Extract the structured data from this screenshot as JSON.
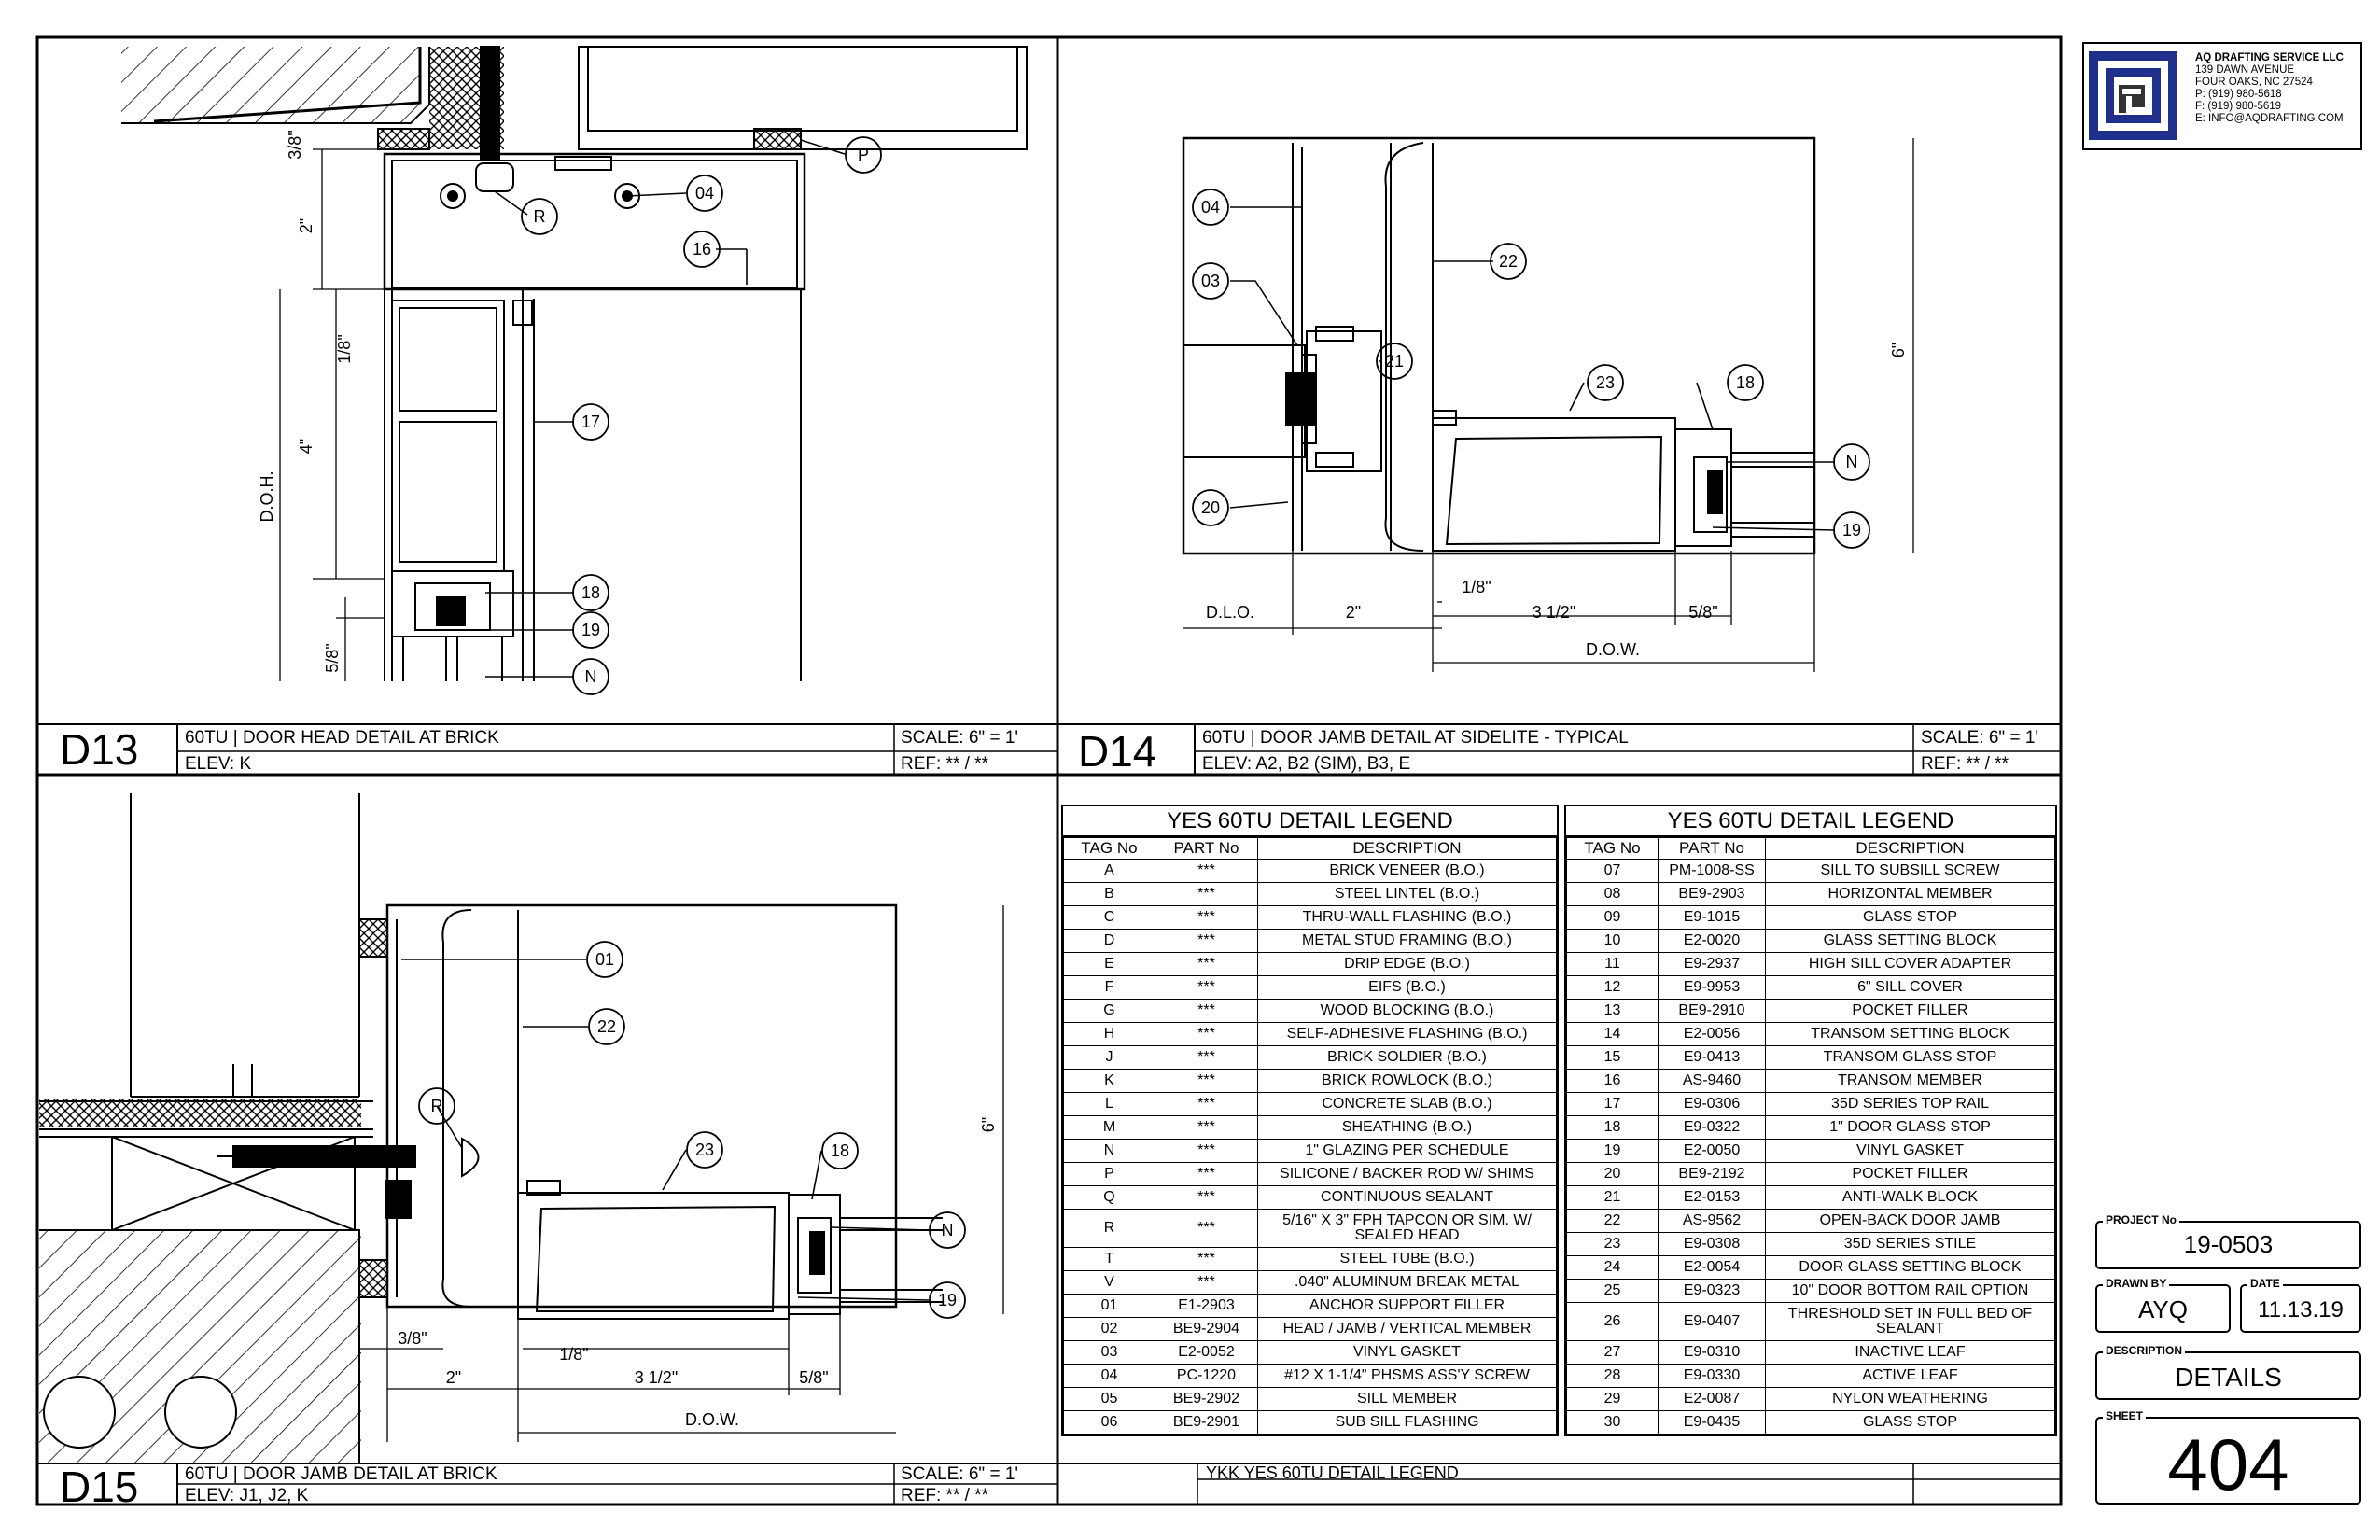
{
  "details": [
    {
      "id": "D13",
      "title": "60TU | DOOR HEAD DETAIL AT BRICK",
      "elev": "ELEV: K",
      "scale": "SCALE: 6\" = 1'",
      "ref": "REF: ** / **"
    },
    {
      "id": "D14",
      "title": "60TU | DOOR JAMB DETAIL AT SIDELITE - TYPICAL",
      "elev": "ELEV: A2, B2 (SIM), B3, E",
      "scale": "SCALE: 6\" = 1'",
      "ref": "REF: ** / **"
    },
    {
      "id": "D15",
      "title": "60TU | DOOR JAMB DETAIL AT BRICK",
      "elev": "ELEV: J1, J2, K",
      "scale": "SCALE: 6\" = 1'",
      "ref": "REF: ** / **"
    }
  ],
  "d13_labels": {
    "dim_top": "3/8\"",
    "dim_2": "2\"",
    "dim_18": "1/8\"",
    "dim_4": "4\"",
    "dim_58": "5/8\"",
    "doh": "D.O.H.",
    "t_p": "P",
    "t_r": "R",
    "t_04": "04",
    "t_16": "16",
    "t_17": "17",
    "t_18": "18",
    "t_19": "19",
    "t_n": "N"
  },
  "d14_labels": {
    "t_04": "04",
    "t_03": "03",
    "t_22": "22",
    "t_21": "21",
    "t_23": "23",
    "t_18": "18",
    "t_n": "N",
    "t_19": "19",
    "t_20": "20",
    "dlo": "D.L.O.",
    "dim_2": "2\"",
    "dim_18": "1/8\"",
    "dim_312": "3 1/2\"",
    "dim_58": "5/8\"",
    "dow": "D.O.W.",
    "dim_6": "6\""
  },
  "d15_labels": {
    "t_01": "01",
    "t_22": "22",
    "t_r": "R",
    "t_23": "23",
    "t_18": "18",
    "t_n": "N",
    "t_19": "19",
    "dim_38": "3/8\"",
    "dim_18": "1/8\"",
    "dim_2": "2\"",
    "dim_312": "3 1/2\"",
    "dim_58": "5/8\"",
    "dow": "D.O.W.",
    "dim_6": "6\""
  },
  "legend_title": "YES 60TU DETAIL LEGEND",
  "legend_headers": [
    "TAG No",
    "PART No",
    "DESCRIPTION"
  ],
  "legend_left": [
    [
      "A",
      "***",
      "BRICK VENEER (B.O.)"
    ],
    [
      "B",
      "***",
      "STEEL LINTEL (B.O.)"
    ],
    [
      "C",
      "***",
      "THRU-WALL FLASHING (B.O.)"
    ],
    [
      "D",
      "***",
      "METAL STUD FRAMING (B.O.)"
    ],
    [
      "E",
      "***",
      "DRIP EDGE (B.O.)"
    ],
    [
      "F",
      "***",
      "EIFS (B.O.)"
    ],
    [
      "G",
      "***",
      "WOOD BLOCKING (B.O.)"
    ],
    [
      "H",
      "***",
      "SELF-ADHESIVE FLASHING (B.O.)"
    ],
    [
      "J",
      "***",
      "BRICK SOLDIER (B.O.)"
    ],
    [
      "K",
      "***",
      "BRICK ROWLOCK (B.O.)"
    ],
    [
      "L",
      "***",
      "CONCRETE SLAB (B.O.)"
    ],
    [
      "M",
      "***",
      "SHEATHING (B.O.)"
    ],
    [
      "N",
      "***",
      "1\" GLAZING PER SCHEDULE"
    ],
    [
      "P",
      "***",
      "SILICONE / BACKER ROD W/ SHIMS"
    ],
    [
      "Q",
      "***",
      "CONTINUOUS SEALANT"
    ],
    [
      "R",
      "***",
      "5/16\" X 3\" FPH TAPCON OR SIM. W/ SEALED HEAD"
    ],
    [
      "T",
      "***",
      "STEEL TUBE (B.O.)"
    ],
    [
      "V",
      "***",
      ".040\" ALUMINUM BREAK METAL"
    ],
    [
      "01",
      "E1-2903",
      "ANCHOR SUPPORT FILLER"
    ],
    [
      "02",
      "BE9-2904",
      "HEAD / JAMB / VERTICAL MEMBER"
    ],
    [
      "03",
      "E2-0052",
      "VINYL GASKET"
    ],
    [
      "04",
      "PC-1220",
      "#12 X 1-1/4\" PHSMS ASS'Y SCREW"
    ],
    [
      "05",
      "BE9-2902",
      "SILL MEMBER"
    ],
    [
      "06",
      "BE9-2901",
      "SUB SILL FLASHING"
    ]
  ],
  "legend_right": [
    [
      "07",
      "PM-1008-SS",
      "SILL TO SUBSILL SCREW"
    ],
    [
      "08",
      "BE9-2903",
      "HORIZONTAL MEMBER"
    ],
    [
      "09",
      "E9-1015",
      "GLASS STOP"
    ],
    [
      "10",
      "E2-0020",
      "GLASS SETTING BLOCK"
    ],
    [
      "11",
      "E9-2937",
      "HIGH SILL COVER ADAPTER"
    ],
    [
      "12",
      "E9-9953",
      "6\" SILL COVER"
    ],
    [
      "13",
      "BE9-2910",
      "POCKET FILLER"
    ],
    [
      "14",
      "E2-0056",
      "TRANSOM SETTING BLOCK"
    ],
    [
      "15",
      "E9-0413",
      "TRANSOM GLASS STOP"
    ],
    [
      "16",
      "AS-9460",
      "TRANSOM MEMBER"
    ],
    [
      "17",
      "E9-0306",
      "35D SERIES TOP RAIL"
    ],
    [
      "18",
      "E9-0322",
      "1\" DOOR GLASS STOP"
    ],
    [
      "19",
      "E2-0050",
      "VINYL GASKET"
    ],
    [
      "20",
      "BE9-2192",
      "POCKET FILLER"
    ],
    [
      "21",
      "E2-0153",
      "ANTI-WALK BLOCK"
    ],
    [
      "22",
      "AS-9562",
      "OPEN-BACK DOOR JAMB"
    ],
    [
      "23",
      "E9-0308",
      "35D SERIES STILE"
    ],
    [
      "24",
      "E2-0054",
      "DOOR GLASS SETTING BLOCK"
    ],
    [
      "25",
      "E9-0323",
      "10\" DOOR BOTTOM RAIL OPTION"
    ],
    [
      "26",
      "E9-0407",
      "THRESHOLD SET IN FULL BED OF SEALANT"
    ],
    [
      "27",
      "E9-0310",
      "INACTIVE LEAF"
    ],
    [
      "28",
      "E9-0330",
      "ACTIVE LEAF"
    ],
    [
      "29",
      "E2-0087",
      "NYLON WEATHERING"
    ],
    [
      "30",
      "E9-0435",
      "GLASS STOP"
    ]
  ],
  "legend_footer": "YKK YES 60TU DETAIL LEGEND",
  "company": {
    "name": "AQ DRAFTING SERVICE LLC",
    "addr1": "139 DAWN AVENUE",
    "addr2": "FOUR OAKS, NC  27524",
    "phone": "P: (919) 980-5618",
    "fax": "F: (919) 980-5619",
    "email": "E: INFO@AQDRAFTING.COM"
  },
  "title_block": {
    "project_label": "PROJECT No",
    "project": "19-0503",
    "drawn_label": "DRAWN BY",
    "drawn": "AYQ",
    "date_label": "DATE",
    "date": "11.13.19",
    "desc_label": "DESCRIPTION",
    "desc": "DETAILS",
    "sheet_label": "SHEET",
    "sheet": "404"
  }
}
